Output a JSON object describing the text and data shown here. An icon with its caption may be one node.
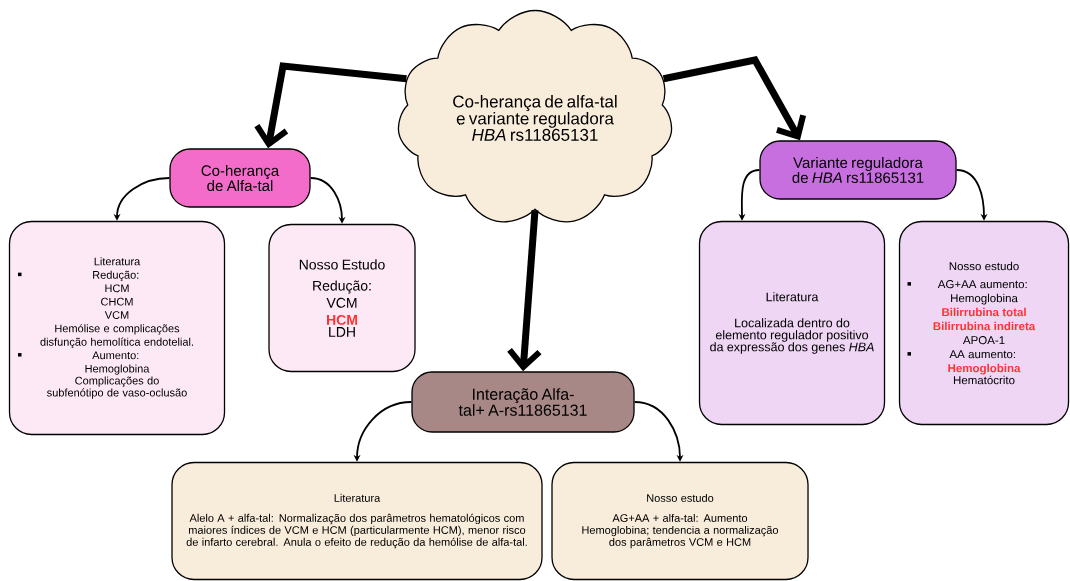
{
  "diagram": {
    "nodes": [
      {
        "text": [
          "Co-herança de alfa-tal e variante reguladora *HBA* rs11865131"
        ]
      },
      {
        "text": [
          "Co-herança de Alfa-tal"
        ]
      },
      {
        "text": [
          "Variante reguladora de *HBA* rs11865131"
        ]
      },
      {
        "text": [
          "Interação Alfa-tal+ A-rs11865131"
        ]
      },
      {
        "text": [
          "Literatura",
          "Redução:",
          "HCM",
          "CHCM",
          "VCM",
          "Hemólise e complicações disfunção hemolítica endotelial.",
          "Aumento:",
          "Hemoglobina",
          "Complicações do subfenótipo de vaso-oclusão"
        ]
      },
      {
        "text": [
          "Nosso Estudo",
          "Redução:",
          "VCM",
          "HCM",
          "LDH"
        ]
      },
      {
        "text": [
          "Literatura",
          "Localizada dentro do elemento regulador positivo da expressão dos genes *HBA*"
        ]
      },
      {
        "text": [
          "Nosso estudo",
          "AG+AA aumento:",
          "Hemoglobina",
          "Bilirrubina total",
          "Bilirrubina indireta",
          "APOA-1",
          "AA aumento:",
          "Hemoglobina",
          "Hematócrito"
        ]
      },
      {
        "text": [
          "Literatura",
          "Alelo A + alfa-tal: Normalização dos parâmetros hematológicos com maiores índices de VCM e HCM (particularmente HCM), menor risco de infarto cerebral. Anula o efeito de redução da hemólise de alfa-tal."
        ]
      },
      {
        "text": [
          "Nosso estudo",
          "AG+AA + alfa-tal: Aumento Hemoglobina; tendencia a normalização dos parâmetros VCM e HCM"
        ]
      }
    ],
    "edges": [
      {
        "from": 0,
        "to": 1,
        "arrow": "to",
        "style": "thick"
      },
      {
        "from": 0,
        "to": 2,
        "arrow": "to",
        "style": "thick"
      },
      {
        "from": 0,
        "to": 3,
        "arrow": "to",
        "style": "thick"
      },
      {
        "from": 1,
        "to": 4,
        "arrow": "to"
      },
      {
        "from": 1,
        "to": 5,
        "arrow": "to"
      },
      {
        "from": 2,
        "to": 6,
        "arrow": "to"
      },
      {
        "from": 2,
        "to": 7,
        "arrow": "to"
      },
      {
        "from": 3,
        "to": 8,
        "arrow": "to"
      },
      {
        "from": 3,
        "to": 9,
        "arrow": "to"
      }
    ]
  }
}
